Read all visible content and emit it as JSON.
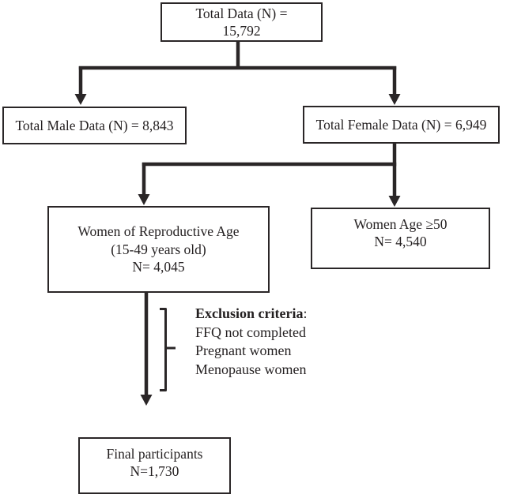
{
  "flowchart": {
    "total": {
      "line1": "Total Data (N) =",
      "line2": "15,792"
    },
    "male": {
      "label": "Total Male Data (N) = 8,843"
    },
    "female": {
      "label": "Total Female Data (N) = 6,949"
    },
    "reproductive": {
      "line1": "Women of Reproductive Age",
      "line2": "(15-49 years old)",
      "line3": "N= 4,045"
    },
    "age_over_50": {
      "line1": "Women Age ≥50",
      "line2": "N= 4,540"
    },
    "final": {
      "line1": "Final participants",
      "line2": "N=1,730"
    },
    "exclusion": {
      "title": "Exclusion criteria",
      "colon": ":",
      "items": [
        "FFQ not completed",
        "Pregnant women",
        "Menopause women"
      ]
    },
    "colors": {
      "line": "#2a2627",
      "background": "#ffffff"
    }
  }
}
